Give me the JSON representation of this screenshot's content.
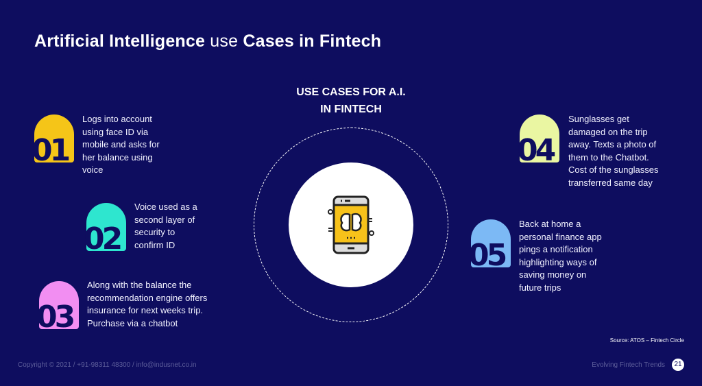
{
  "title": {
    "bold1": "Artificial Intelligence",
    "light": "use",
    "bold2": "Cases in Fintech"
  },
  "heading": {
    "line1": "USE CASES FOR A.I.",
    "line2": "IN FINTECH"
  },
  "center_icon": "smartphone-brain-icon",
  "cases": [
    {
      "number": "01",
      "color": "#f5c518",
      "text": [
        "Logs into account",
        "using face ID via",
        "mobile and asks for",
        "her balance using",
        "voice"
      ]
    },
    {
      "number": "02",
      "color": "#2ee6cf",
      "text": [
        "Voice used as a",
        "second layer of",
        "security to",
        "confirm ID"
      ]
    },
    {
      "number": "03",
      "color": "#f28ef2",
      "text": [
        "Along with the balance the",
        "recommendation engine offers",
        "insurance for next weeks trip.",
        "Purchase via a chatbot"
      ]
    },
    {
      "number": "04",
      "color": "#eaf6a2",
      "text": [
        "Sunglasses get",
        "damaged on the trip",
        "away. Texts a photo of",
        "them to the Chatbot.",
        "Cost of the sunglasses",
        "transferred same day"
      ]
    },
    {
      "number": "05",
      "color": "#7cb9f5",
      "text": [
        "Back at home a",
        "personal finance app",
        "pings a notification",
        "highlighting ways of",
        "saving money on",
        "future trips"
      ]
    }
  ],
  "source": "Source: ATOS – Fintech Circle",
  "footer": {
    "copyright": "Copyright © 2021  /   +91-98311 48300  /  info@indusnet.co.in",
    "deck": "Evolving Fintech Trends",
    "page": "21"
  }
}
